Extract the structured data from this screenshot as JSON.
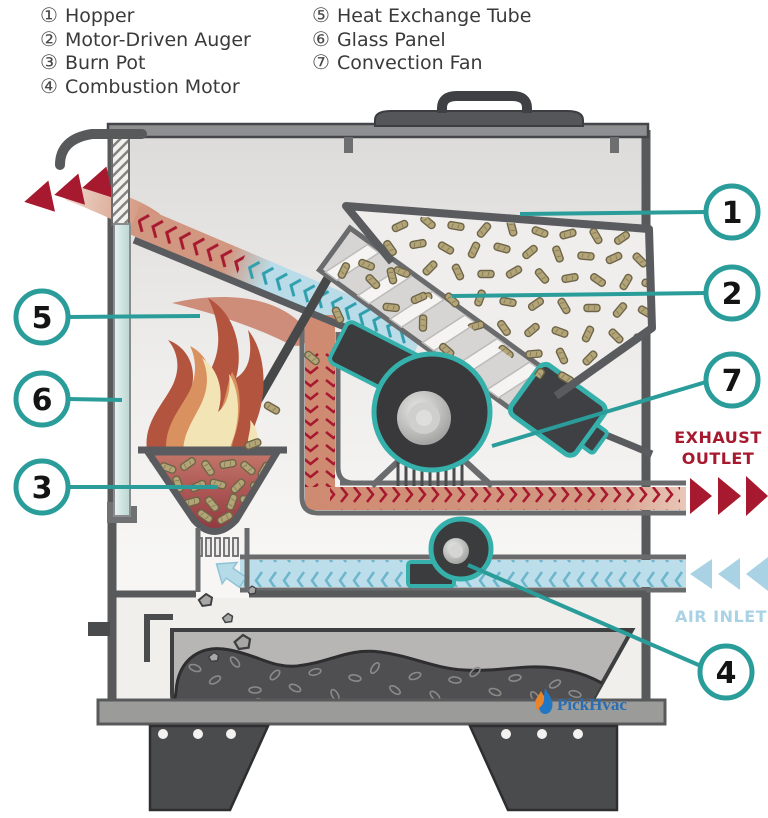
{
  "legend": {
    "items": [
      {
        "num": "①",
        "label": "Hopper"
      },
      {
        "num": "②",
        "label": "Motor-Driven Auger"
      },
      {
        "num": "③",
        "label": "Burn Pot"
      },
      {
        "num": "④",
        "label": "Combustion Motor"
      },
      {
        "num": "⑤",
        "label": "Heat Exchange Tube"
      },
      {
        "num": "⑥",
        "label": "Glass Panel"
      },
      {
        "num": "⑦",
        "label": "Convection Fan"
      }
    ]
  },
  "callouts": {
    "n1": "1",
    "n2": "2",
    "n3": "3",
    "n4": "4",
    "n5": "5",
    "n6": "6",
    "n7": "7"
  },
  "flow_labels": {
    "exhaust_line1": "EXHAUST",
    "exhaust_line2": "OUTLET",
    "air_inlet": "AIR INLET"
  },
  "logo": {
    "text": "PickHvac"
  },
  "colors": {
    "callout_teal": "#2A9D9A",
    "exhaust_red": "#A6192E",
    "air_blue": "#A9D3E4",
    "duct_salmon": "#CF8B72",
    "body_gray": "#58595B",
    "pellet_tan": "#B3A578"
  }
}
